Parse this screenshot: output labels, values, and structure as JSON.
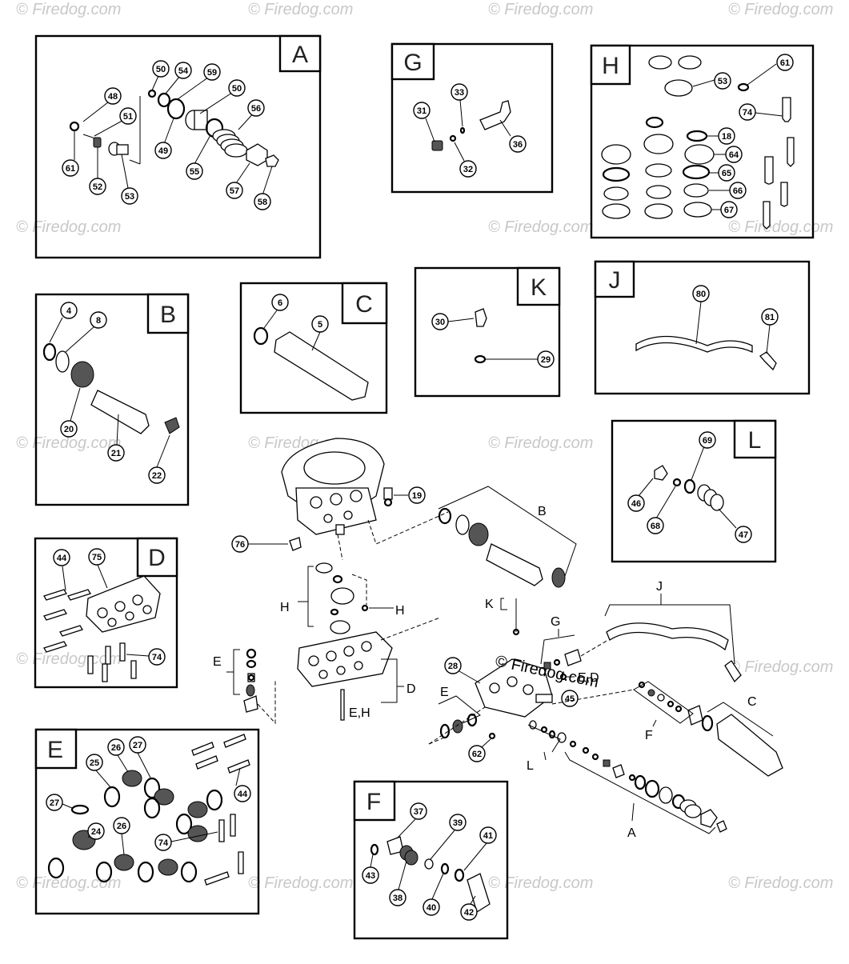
{
  "watermark": "© Firedog.com",
  "panels": {
    "A": {
      "letter": "A"
    },
    "B": {
      "letter": "B"
    },
    "C": {
      "letter": "C"
    },
    "D": {
      "letter": "D"
    },
    "E": {
      "letter": "E"
    },
    "F": {
      "letter": "F"
    },
    "G": {
      "letter": "G"
    },
    "H": {
      "letter": "H"
    },
    "J": {
      "letter": "J"
    },
    "K": {
      "letter": "K"
    },
    "L": {
      "letter": "L"
    }
  },
  "callouts": {
    "A": [
      "50",
      "54",
      "59",
      "50",
      "48",
      "51",
      "49",
      "55",
      "56",
      "61",
      "52",
      "53",
      "57",
      "58"
    ],
    "G": [
      "33",
      "31",
      "36",
      "32"
    ],
    "H": [
      "61",
      "53",
      "74",
      "18",
      "64",
      "65",
      "66",
      "67"
    ],
    "B": [
      "4",
      "8",
      "20",
      "21",
      "22"
    ],
    "C": [
      "6",
      "5"
    ],
    "K": [
      "30",
      "29"
    ],
    "J": [
      "80",
      "81"
    ],
    "L": [
      "69",
      "46",
      "68",
      "47"
    ],
    "D": [
      "44",
      "75",
      "74"
    ],
    "E": [
      "26",
      "27",
      "25",
      "27",
      "44",
      "24",
      "26",
      "74"
    ],
    "F": [
      "37",
      "39",
      "41",
      "43",
      "38",
      "40",
      "42"
    ],
    "main": [
      "19",
      "76",
      "28",
      "45",
      "62"
    ]
  },
  "main_labels": {
    "B": "B",
    "H1": "H",
    "H2": "H",
    "E": "E",
    "D": "D",
    "EH": "E,H",
    "K": "K",
    "G": "G",
    "ED": "E,D",
    "J": "J",
    "C": "C",
    "F": "F",
    "L": "L",
    "A": "A"
  }
}
